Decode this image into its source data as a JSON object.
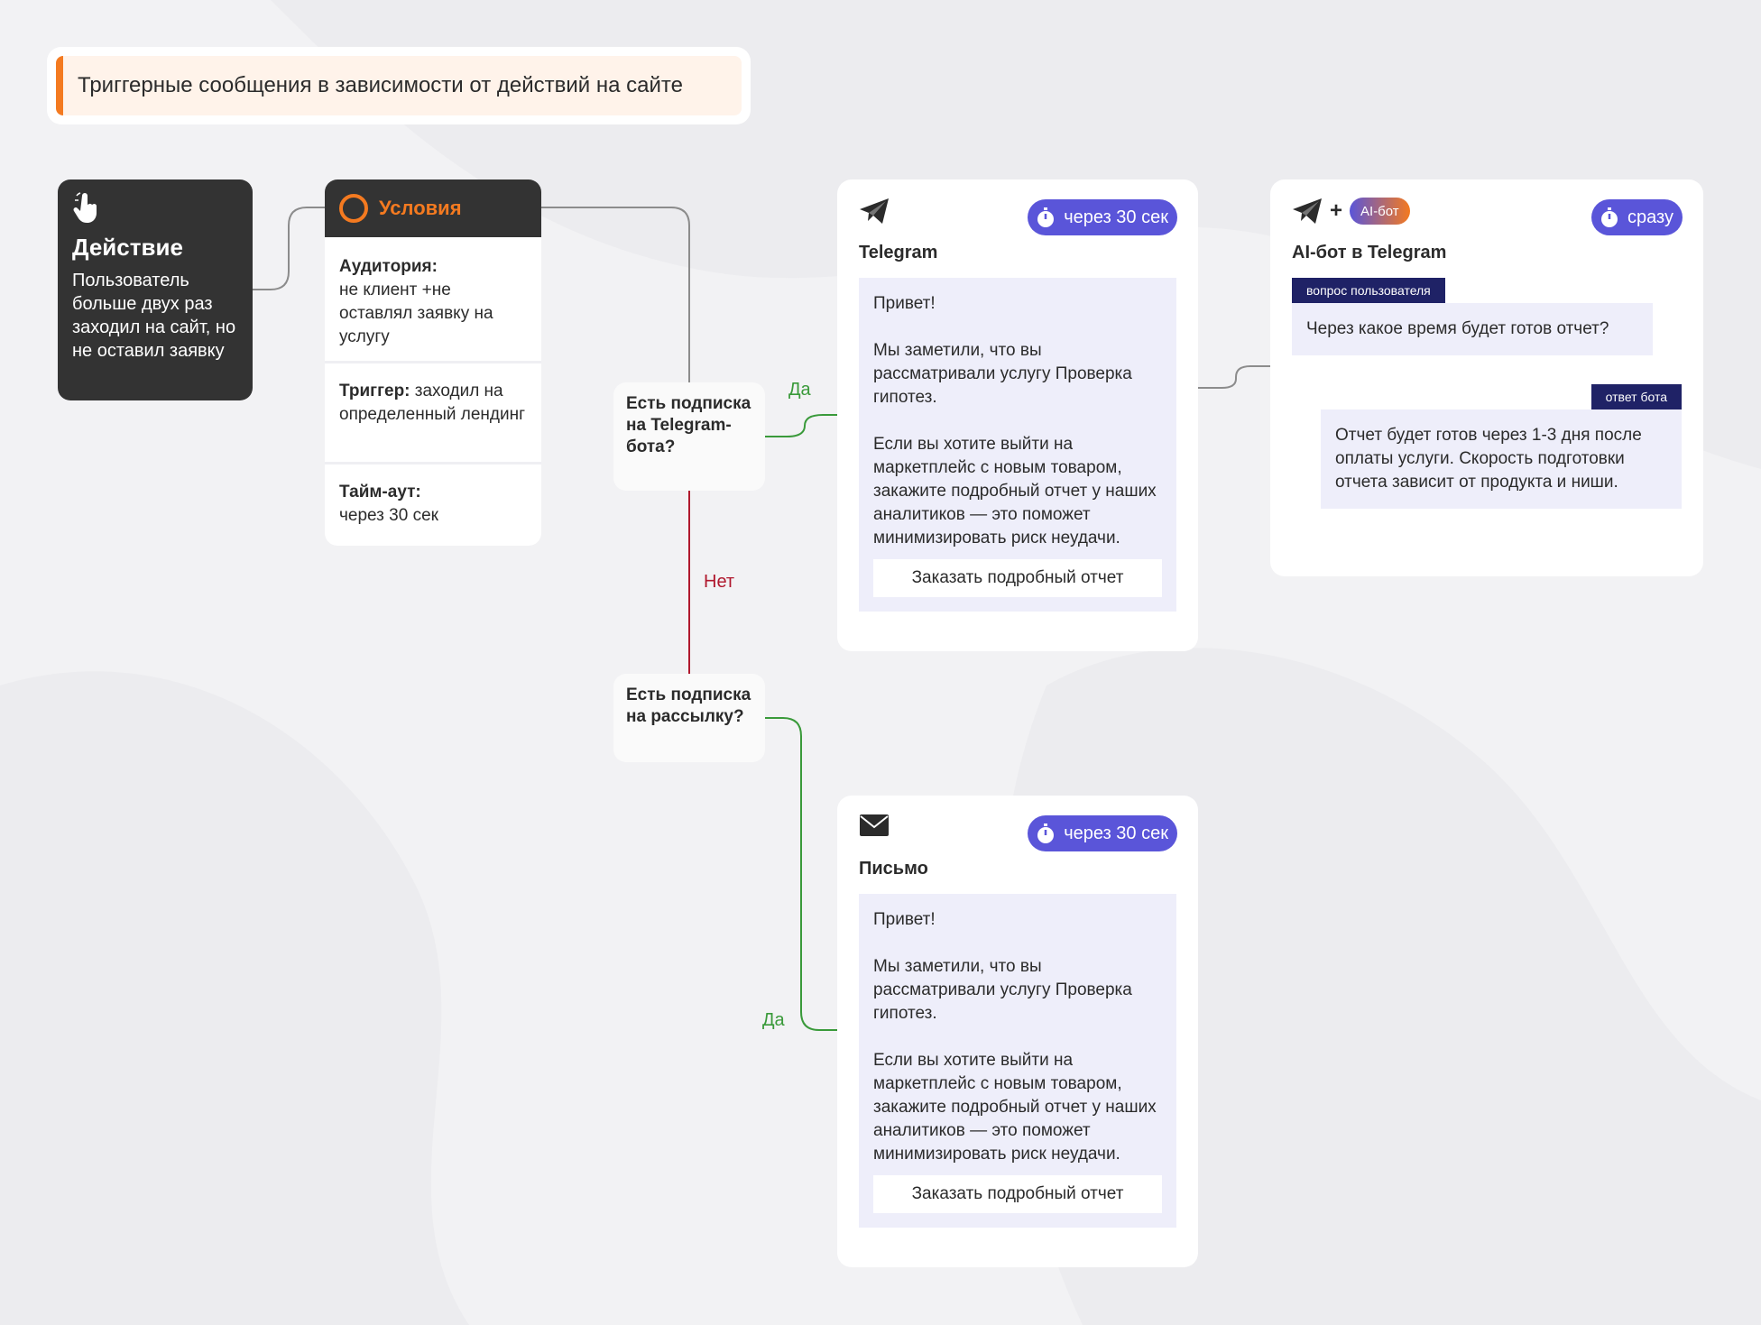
{
  "header": {
    "title": "Триггерные сообщения в зависимости от действий на сайте"
  },
  "action": {
    "title": "Действие",
    "text": "Пользователь больше двух раз заходил на сайт, но не оставил заявку",
    "icon": "pointer-hand-icon"
  },
  "conditions": {
    "title": "Условия",
    "audience_label": "Аудитория:",
    "audience_value": "не клиент +не оставлял заявку на услугу",
    "trigger_label": "Триггер:",
    "trigger_value": "заходил на определенный лендинг",
    "timeout_label": "Тайм-аут:",
    "timeout_value": "через 30 сек"
  },
  "decisions": {
    "telegram": "Есть подписка на Telegram-бота?",
    "newsletter": "Есть подписка на рассылку?"
  },
  "edges": {
    "yes_telegram": "Да",
    "no": "Нет",
    "yes_mail": "Да"
  },
  "telegram_card": {
    "name": "Telegram",
    "timer": "через 30 сек",
    "greeting": "Привет!",
    "p1": "Мы заметили, что вы рассматривали услугу Проверка гипотез.",
    "p2": "Если вы хотите выйти на маркетплейс с новым товаром, закажите подробный отчет у наших аналитиков — это поможет минимизировать риск неудачи.",
    "cta": "Заказать подробный отчет"
  },
  "mail_card": {
    "name": "Письмо",
    "timer": "через 30 сек",
    "greeting": "Привет!",
    "p1": "Мы заметили, что вы рассматривали услугу Проверка гипотез.",
    "p2": "Если вы хотите выйти на маркетплейс с новым товаром, закажите подробный отчет у наших аналитиков — это поможет минимизировать риск неудачи.",
    "cta": "Заказать подробный отчет"
  },
  "ai_card": {
    "name": "AI-бот в Telegram",
    "badge": "AI-бот",
    "plus": "+",
    "timer": "сразу",
    "question_tag": "вопрос пользователя",
    "question": "Через какое время будет готов отчет?",
    "answer_tag": "ответ бота",
    "answer": "Отчет будет готов через 1-3 дня после оплаты услуги. Скорость подготовки отчета зависит от продукта и ниши."
  },
  "colors": {
    "accent": "#f47a20",
    "badge": "#5a55d9",
    "dark": "#333333",
    "yes": "#3a9a3a",
    "no": "#b0182d",
    "bubble": "#eeeefa",
    "tag": "#1f2266"
  }
}
